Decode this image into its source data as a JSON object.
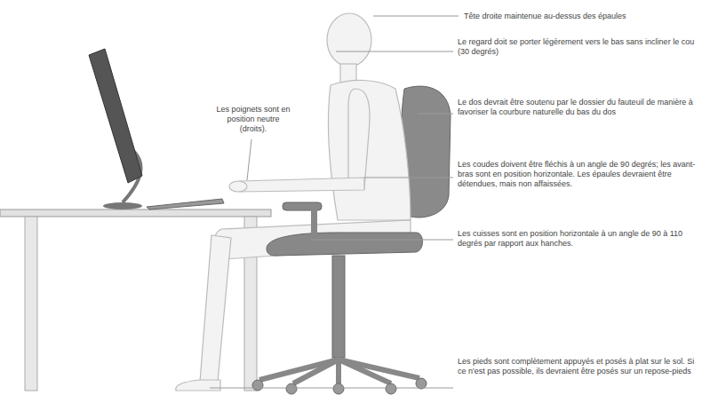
{
  "diagram": {
    "labels": [
      "Tête droite maintenue au-dessus des épaules",
      "Le regard doit se porter légèrement vers le bas sans incliner le cou (30 degrés)",
      "Les poignets sont en position neutre (droits).",
      "Le dos devrait être soutenu par le dossier du fauteuil de manière à favoriser la courbure naturelle du bas du dos",
      "Les coudes doivent être fléchis à un angle de 90 degrés; les avant-bras sont en position horizontale. Les épaules devraient être détendues, mais non affaissées.",
      "Les cuisses sont en position horizontale à un angle de 90 à 110 degrés par rapport aux hanches.",
      "Les pieds sont complètement appuyés et posés à plat sur le sol. Si ce n'est pas possible, ils devraient être posés sur un repose-pieds"
    ]
  }
}
